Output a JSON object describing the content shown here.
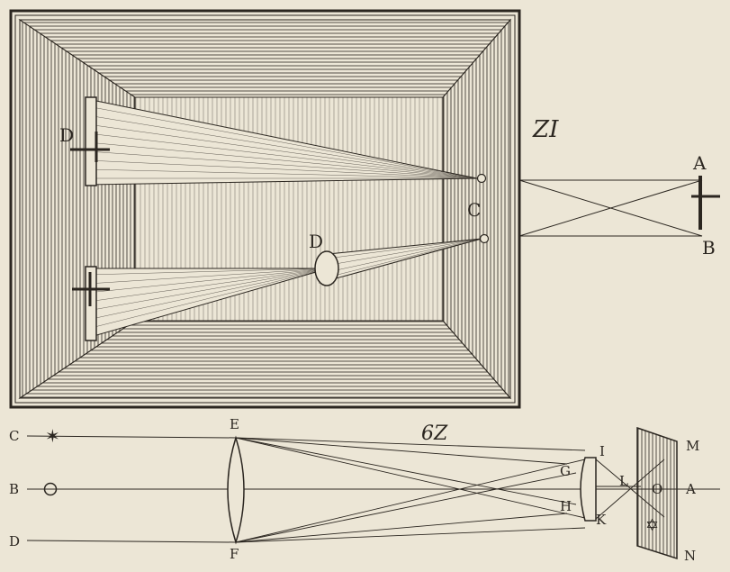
{
  "figures": {
    "top": {
      "number": "ZI",
      "labels": {
        "D_upper": "D",
        "D_middle": "D",
        "C": "C",
        "A": "A",
        "B": "B"
      }
    },
    "bottom": {
      "number": "6Z",
      "left_labels": {
        "C": "C",
        "B": "B",
        "D": "D"
      },
      "labels": {
        "E": "E",
        "F": "F",
        "G": "G",
        "H": "H",
        "I": "I",
        "K": "K",
        "L": "L",
        "O": "O",
        "A": "A",
        "M": "M",
        "N": "N"
      }
    }
  },
  "colors": {
    "paper": "#ece6d6",
    "ink": "#2b2620"
  }
}
